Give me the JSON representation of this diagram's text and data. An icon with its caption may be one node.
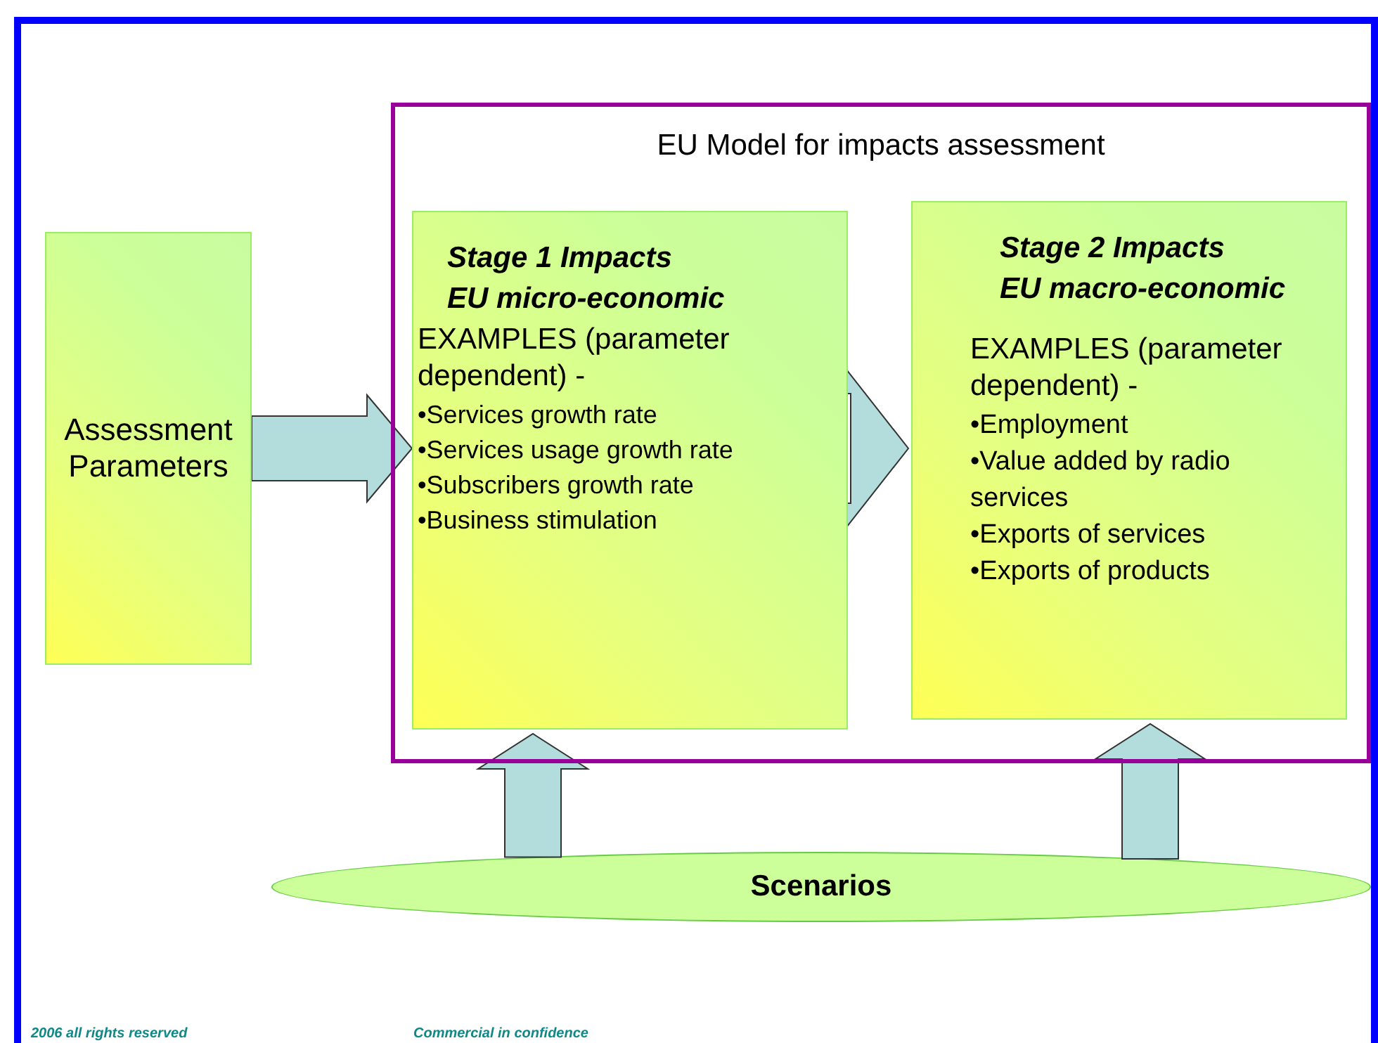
{
  "diagram": {
    "nodes": [
      {
        "text": [
          "Assessment Parameters"
        ]
      },
      {
        "text": [
          "EU Model for impacts assessment"
        ]
      },
      {
        "text": [
          "Stage 1 Impacts",
          "EU micro-economic",
          "EXAMPLES (parameter dependent) -",
          "•Services growth rate",
          "•Services usage growth rate",
          "•Subscribers growth rate",
          "•Business stimulation"
        ],
        "in": 1
      },
      {
        "text": [
          "Stage 2 Impacts",
          "EU macro-economic",
          "EXAMPLES (parameter dependent) -",
          "•Employment",
          "•Value added by radio services",
          "•Exports of services",
          "•Exports of products"
        ],
        "in": 1
      },
      {
        "text": [
          "Scenarios"
        ]
      }
    ],
    "edges": [
      {
        "from": 0,
        "to": 2,
        "arrow": "to"
      },
      {
        "from": 2,
        "to": 3,
        "arrow": "to"
      },
      {
        "from": 4,
        "to": 2,
        "arrow": "to"
      },
      {
        "from": 4,
        "to": 3,
        "arrow": "to"
      }
    ],
    "labels": [
      "2006 all rights reserved",
      "Commercial in confidence"
    ]
  }
}
